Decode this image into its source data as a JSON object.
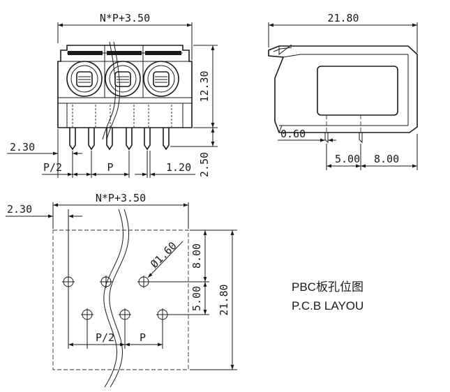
{
  "front_view": {
    "width_dim": "N*P+3.50",
    "height_dim": "12.30",
    "pin_dim": "2.50",
    "left_offset": "2.30",
    "half_pitch": "P/2",
    "pitch": "P",
    "pin_width": "1.20"
  },
  "side_view": {
    "depth_dim": "21.80",
    "pin_dia": "0.60",
    "spacing_a": "5.00",
    "spacing_b": "8.00"
  },
  "pcb_layout": {
    "width_dim": "N*P+3.50",
    "left_offset": "2.30",
    "hole_dia": "Ø1.60",
    "row_gap_top": "8.00",
    "row_gap_bottom": "5.00",
    "total_height": "21.80",
    "half_pitch": "P/2",
    "pitch": "P"
  },
  "note": {
    "line1": "PBC板孔位图",
    "line2": "P.C.B LAYOU"
  }
}
